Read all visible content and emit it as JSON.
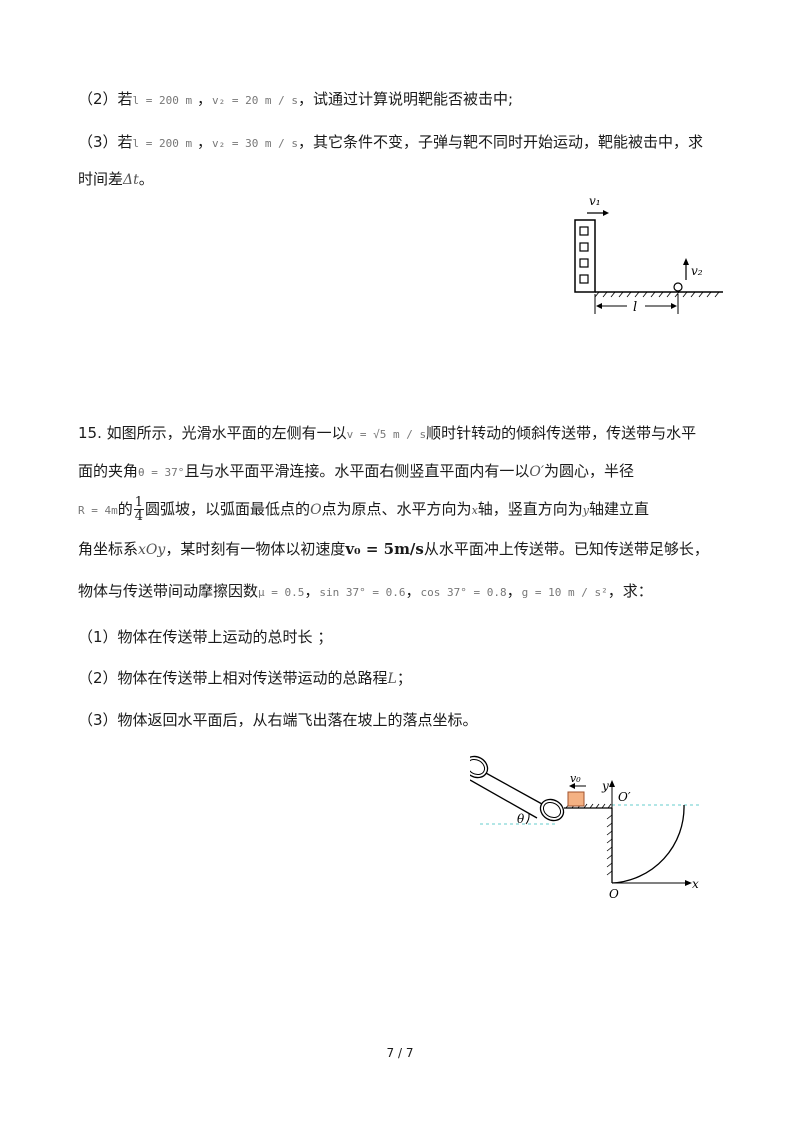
{
  "q2": {
    "prefix": "（2）若",
    "l_expr": "l = 200 m",
    "v2_expr": "v₂ = 20 m / s",
    "suffix": "，试通过计算说明靶能否被击中;"
  },
  "q3": {
    "prefix": "（3）若",
    "l_expr": "l = 200 m",
    "v2_expr": "v₂ = 30 m / s",
    "suffix": "，其它条件不变，子弹与靶不同时开始运动，靶能被击中，求",
    "line2_prefix": "时间差",
    "dt": "Δt",
    "line2_suffix": "。"
  },
  "fig1": {
    "v1": "v₁",
    "v2": "v₂",
    "l": "l"
  },
  "q15": {
    "l1a": "15. 如图所示，光滑水平面的左侧有一以",
    "v_expr": "v = √5 m / s",
    "l1b": "顺时针转动的倾斜传送带，传送带与水平",
    "l2a": "面的夹角",
    "theta_expr": "θ = 37°",
    "l2b": "且与水平面平滑连接。水平面右侧竖直平面内有一以",
    "O_prime": "O′",
    "l2c": "为圆心，半径",
    "R_expr": "R = 4m",
    "l3a": "的",
    "frac_num": "1",
    "frac_den": "4",
    "l3b": "圆弧坡，以弧面最低点的",
    "O": "O",
    "l3c": "点为原点、水平方向为",
    "x": "x",
    "l3d": "轴，竖直方向为",
    "y": "y",
    "l3e": "轴建立直",
    "l4a": "角坐标系",
    "xOy": "xOy",
    "l4b": "，某时刻有一物体以初速度",
    "v0_expr": "v₀ = 5m/s",
    "l4c": "从水平面冲上传送带。已知传送带足够长，",
    "l5a": "物体与传送带间动摩擦因数",
    "mu": "μ = 0.5",
    "sin": "sin 37° = 0.6",
    "cos": "cos 37° = 0.8",
    "g": "g = 10 m / s²",
    "l5b": "，求：",
    "sub1": "（1）物体在传送带上运动的总时长 ；",
    "sub2a": "（2）物体在传送带上相对传送带运动的总路程",
    "L": "L",
    "sub2b": "；",
    "sub3": "（3）物体返回水平面后，从右端飞出落在坡上的落点坐标。"
  },
  "fig2": {
    "v0": "v₀",
    "y": "y",
    "Op": "O′",
    "theta": "θ",
    "O": "O",
    "x": "x"
  },
  "footer": {
    "page": "7 / 7"
  }
}
